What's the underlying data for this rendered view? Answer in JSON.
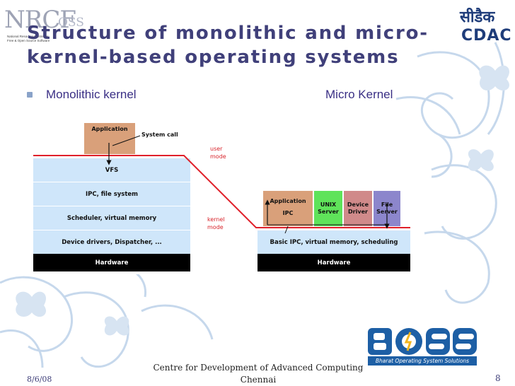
{
  "slide": {
    "title": "Structure of monolithic and micro-kernel-based operating systems",
    "bullets": {
      "left": "Monolithic kernel",
      "right": "Micro Kernel"
    }
  },
  "logos": {
    "nrcfoss": {
      "main": "NRCF",
      "suffix": "OSS",
      "line1": "National Resource Centre for",
      "line2": "Free & Open Source Software",
      "line3": ""
    },
    "cdac": {
      "hindi": "सीडैक",
      "latin": "CDAC"
    },
    "boss": {
      "tagline": "Bharat Operating System Solutions"
    }
  },
  "diagram": {
    "monolithic": {
      "application": "Application",
      "system_call": "System call",
      "vfs": "VFS",
      "ipc_fs": "IPC, file system",
      "scheduler": "Scheduler, virtual memory",
      "drivers": "Device drivers, Dispatcher, ...",
      "hardware": "Hardware"
    },
    "mode_labels": {
      "user": "user\nmode",
      "kernel": "kernel\nmode"
    },
    "microkernel": {
      "application": "Application",
      "unix_server": "UNIX\nServer",
      "device_driver": "Device\nDriver",
      "file_server": "File\nServer",
      "ipc": "IPC",
      "basic": "Basic IPC, virtual memory, scheduling",
      "hardware": "Hardware"
    },
    "colors": {
      "application": "#d9a07a",
      "unix_server": "#5fe35a",
      "device_driver": "#d08a8a",
      "file_server": "#8c86cc",
      "layer": "#cfe6fa",
      "boundary": "#e0202a"
    }
  },
  "footer": {
    "date": "8/6/08",
    "center": "Centre for Development of Advanced Computing Chennai",
    "page": "8"
  }
}
